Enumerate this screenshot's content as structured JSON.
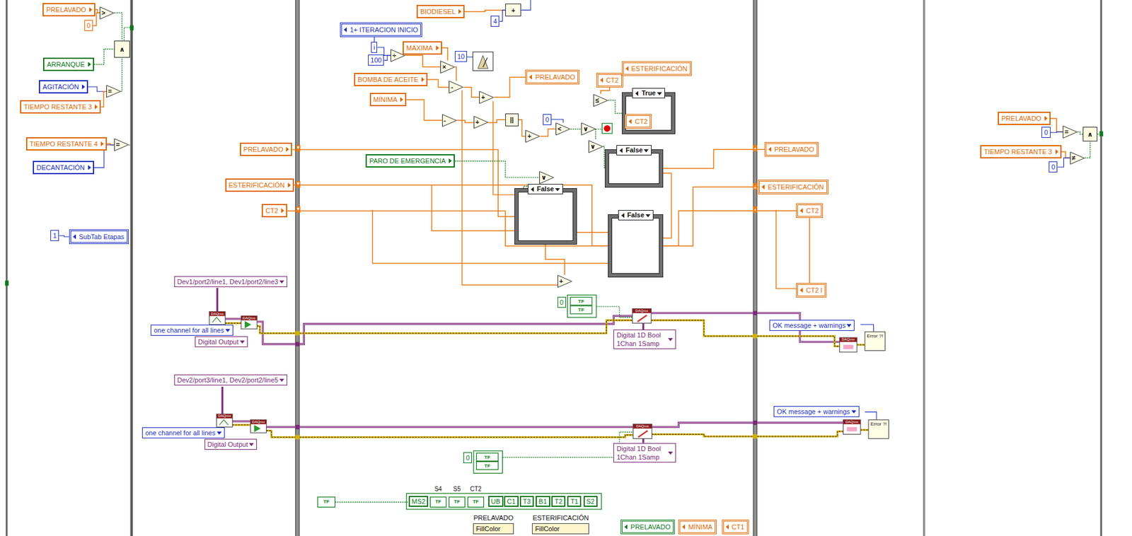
{
  "diagram": {
    "nodes": [
      {
        "text": [
          "PRELAVADO"
        ]
      },
      {
        "text": [
          "0"
        ]
      },
      {
        "text": [
          ">"
        ]
      },
      {
        "text": [
          "ARRANQUE"
        ]
      },
      {
        "text": [
          "∧"
        ]
      },
      {
        "text": [
          "AGITACIÓN"
        ]
      },
      {
        "text": [
          "TIEMPO RESTANTE 3"
        ]
      },
      {
        "text": [
          "="
        ]
      },
      {
        "text": [
          "TIEMPO RESTANTE 4"
        ]
      },
      {
        "text": [
          "DECANTACIÓN"
        ]
      },
      {
        "text": [
          "="
        ]
      },
      {
        "text": [
          "1"
        ]
      },
      {
        "text": [
          "SubTab Etapas"
        ]
      },
      {
        "text": [
          "BIODIESEL"
        ]
      },
      {
        "text": [
          "4"
        ]
      },
      {
        "text": [
          "+"
        ]
      },
      {
        "text": [
          "1+ ITERACION INICIO"
        ]
      },
      {
        "text": [
          "i"
        ]
      },
      {
        "text": [
          "100"
        ]
      },
      {
        "text": [
          "÷"
        ]
      },
      {
        "text": [
          "MÁXIMA"
        ]
      },
      {
        "text": [
          "10"
        ]
      },
      {
        "text": [
          "×"
        ]
      },
      {
        "text": [
          "BOMBA DE ACEITE"
        ]
      },
      {
        "text": [
          "-"
        ]
      },
      {
        "text": [
          "+"
        ]
      },
      {
        "text": [
          "PRELAVADO"
        ]
      },
      {
        "text": [
          "MÍNIMA"
        ]
      },
      {
        "text": [
          "-"
        ]
      },
      {
        "text": [
          "+"
        ]
      },
      {
        "text": [
          "||"
        ]
      },
      {
        "text": [
          "+"
        ]
      },
      {
        "text": [
          "CT2"
        ]
      },
      {
        "text": [
          "ESTERIFICACIÓN"
        ]
      },
      {
        "text": [
          "≤"
        ]
      },
      {
        "text": [
          "True"
        ]
      },
      {
        "text": [
          "CT2"
        ],
        "in": 35
      },
      {
        "text": [
          "0"
        ]
      },
      {
        "text": [
          "<"
        ]
      },
      {
        "text": [
          "∨"
        ]
      },
      {
        "text": [
          "∨"
        ]
      },
      {
        "text": [
          "PARO DE EMERGENCIA"
        ]
      },
      {
        "text": [
          "False"
        ]
      },
      {
        "text": [
          "∨"
        ]
      },
      {
        "text": [
          "False"
        ]
      },
      {
        "text": [
          "False"
        ]
      },
      {
        "text": [
          "+"
        ]
      },
      {
        "text": [
          "PRELAVADO"
        ]
      },
      {
        "text": [
          "ESTERIFICACIÓN"
        ]
      },
      {
        "text": [
          "CT2"
        ]
      },
      {
        "text": [
          "PRELAVADO"
        ]
      },
      {
        "text": [
          "ESTERIFICACIÓN"
        ]
      },
      {
        "text": [
          "CT2"
        ]
      },
      {
        "text": [
          "CT2 I"
        ]
      },
      {
        "text": [
          "Dev1/port2/line1, Dev1/port2/line3"
        ]
      },
      {
        "text": [
          "one channel for all lines"
        ]
      },
      {
        "text": [
          "Digital Output"
        ]
      },
      {
        "text": [
          "0"
        ]
      },
      {
        "text": [
          "Digital 1D Bool 1Chan 1Samp"
        ]
      },
      {
        "text": [
          "OK message + warnings"
        ]
      },
      {
        "text": [
          "Dev2/port3/line1, Dev2/port2/line5"
        ]
      },
      {
        "text": [
          "one channel for all lines"
        ]
      },
      {
        "text": [
          "Digital Output"
        ]
      },
      {
        "text": [
          "0"
        ]
      },
      {
        "text": [
          "Digital 1D Bool 1Chan 1Samp"
        ]
      },
      {
        "text": [
          "OK message + warnings"
        ]
      },
      {
        "text": [
          "MS2"
        ]
      },
      {
        "text": [
          "UB"
        ]
      },
      {
        "text": [
          "C1"
        ]
      },
      {
        "text": [
          "T3"
        ]
      },
      {
        "text": [
          "B1"
        ]
      },
      {
        "text": [
          "T2"
        ]
      },
      {
        "text": [
          "T1"
        ]
      },
      {
        "text": [
          "S2"
        ]
      },
      {
        "text": [
          "PRELAVADO",
          "FillColor"
        ]
      },
      {
        "text": [
          "ESTERIFICACIÓN",
          "FillColor"
        ]
      },
      {
        "text": [
          "PRELAVADO"
        ]
      },
      {
        "text": [
          "MÍNIMA"
        ]
      },
      {
        "text": [
          "CT1"
        ]
      },
      {
        "text": [
          "PRELAVADO"
        ]
      },
      {
        "text": [
          "0"
        ]
      },
      {
        "text": [
          "="
        ]
      },
      {
        "text": [
          "TIEMPO RESTANTE 3"
        ]
      },
      {
        "text": [
          "0"
        ]
      },
      {
        "text": [
          "≠"
        ]
      },
      {
        "text": [
          "∧"
        ]
      }
    ],
    "edges": [
      {
        "from": 0,
        "to": 2,
        "arrow": "none"
      },
      {
        "from": 1,
        "to": 2,
        "arrow": "none"
      },
      {
        "from": 2,
        "to": 4,
        "arrow": "none"
      },
      {
        "from": 3,
        "to": 4,
        "arrow": "none"
      },
      {
        "from": 7,
        "to": 4,
        "arrow": "none"
      },
      {
        "from": 5,
        "to": 7,
        "arrow": "none"
      },
      {
        "from": 6,
        "to": 7,
        "arrow": "none"
      },
      {
        "from": 8,
        "to": 10,
        "arrow": "none"
      },
      {
        "from": 9,
        "to": 10,
        "arrow": "none"
      },
      {
        "from": 11,
        "to": 12,
        "arrow": "none"
      },
      {
        "from": 13,
        "to": 15,
        "arrow": "none"
      },
      {
        "from": 14,
        "to": 15,
        "arrow": "none"
      },
      {
        "from": 17,
        "to": 16,
        "arrow": "none"
      },
      {
        "from": 17,
        "to": 19,
        "arrow": "none"
      },
      {
        "from": 18,
        "to": 19,
        "arrow": "none"
      },
      {
        "from": 19,
        "to": 22,
        "arrow": "none"
      },
      {
        "from": 20,
        "to": 22,
        "arrow": "none"
      },
      {
        "from": 23,
        "to": 24,
        "arrow": "none"
      },
      {
        "from": 22,
        "to": 24,
        "arrow": "none"
      },
      {
        "from": 24,
        "to": 25,
        "arrow": "none"
      },
      {
        "from": 25,
        "to": 26,
        "arrow": "none"
      },
      {
        "from": 27,
        "to": 28,
        "arrow": "none"
      },
      {
        "from": 28,
        "to": 29,
        "arrow": "none"
      },
      {
        "from": 29,
        "to": 30,
        "arrow": "none"
      },
      {
        "from": 30,
        "to": 31,
        "arrow": "none"
      },
      {
        "from": 31,
        "to": 38,
        "arrow": "none"
      },
      {
        "from": 37,
        "to": 38,
        "arrow": "none"
      },
      {
        "from": 38,
        "to": 39,
        "arrow": "none"
      },
      {
        "from": 39,
        "to": 40,
        "arrow": "none"
      },
      {
        "from": 40,
        "to": 42,
        "arrow": "none"
      },
      {
        "from": 34,
        "to": 35,
        "arrow": "none"
      },
      {
        "from": 32,
        "to": 34,
        "arrow": "none"
      },
      {
        "from": 41,
        "to": 43,
        "arrow": "none"
      },
      {
        "from": 43,
        "to": 44,
        "arrow": "none"
      },
      {
        "from": 47,
        "to": 44,
        "arrow": "none"
      },
      {
        "from": 48,
        "to": 45,
        "arrow": "none"
      },
      {
        "from": 49,
        "to": 45,
        "arrow": "none"
      },
      {
        "from": 44,
        "to": 46,
        "arrow": "none"
      },
      {
        "from": 42,
        "to": 50,
        "arrow": "none"
      },
      {
        "from": 45,
        "to": 51,
        "arrow": "none"
      },
      {
        "from": 45,
        "to": 52,
        "arrow": "none"
      },
      {
        "from": 52,
        "to": 53,
        "arrow": "none"
      },
      {
        "from": 79,
        "to": 81,
        "arrow": "none"
      },
      {
        "from": 80,
        "to": 81,
        "arrow": "none"
      },
      {
        "from": 81,
        "to": 85,
        "arrow": "none"
      },
      {
        "from": 82,
        "to": 84,
        "arrow": "none"
      },
      {
        "from": 83,
        "to": 84,
        "arrow": "none"
      },
      {
        "from": 84,
        "to": 85,
        "arrow": "none"
      }
    ],
    "labels": [
      "DAQmx",
      "DAQmx",
      "TF",
      "TF",
      "DAQmx",
      "DAQmx",
      "Error ?!",
      "DAQmx",
      "DAQmx",
      "DAQmx",
      "TF",
      "TF",
      "DAQmx",
      "Error ?!",
      "S4",
      "S5",
      "CT2",
      "TF",
      "TF",
      "TF",
      "TF"
    ]
  }
}
